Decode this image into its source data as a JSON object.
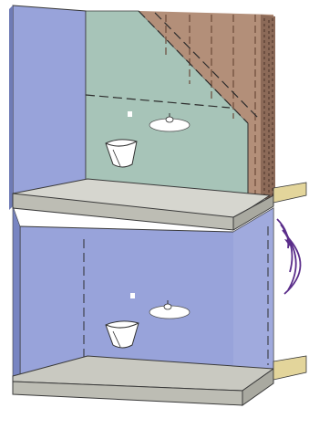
{
  "title": "",
  "colors": {
    "background": "#ffffff",
    "wall_blue": "#98a3da",
    "wall_blue_light": "#a7b1e0",
    "wall_green": "#a7c4b8",
    "studs_brown": "#b38f79",
    "sheathing_brown": "#8c6a58",
    "floor_slab": "#d6d6cf",
    "floor_slab_edge": "#bdbdb4",
    "wall_edge": "#3a3a3a",
    "wood_floor": "#e3d59b",
    "sound_waves": "#5a2d8a"
  },
  "elements": {
    "upper_room": "upper-room",
    "lower_room": "lower-room",
    "floor_slab": "floor-slab",
    "wall_layers": [
      "drywall",
      "studs",
      "sheathing"
    ],
    "fixtures": [
      "ceiling-light",
      "wall-outlet",
      "bucket"
    ],
    "sound_wave_count": 4
  }
}
